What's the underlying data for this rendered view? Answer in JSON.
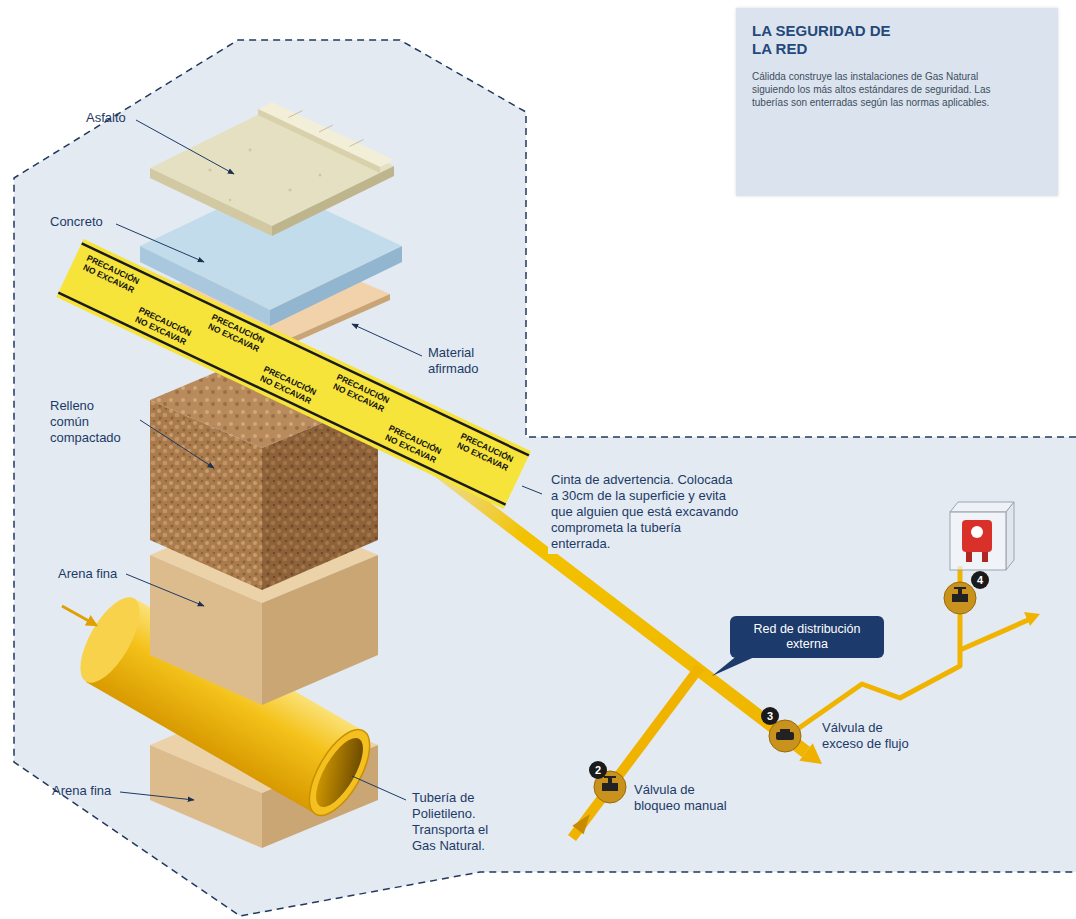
{
  "diagram": {
    "nodes": [
      {
        "text": [
          "LA SEGURIDAD DE LA RED",
          "Cálidda construye las instalaciones de Gas Natural siguiendo los más altos estándares de seguridad. Las tuberías son enterradas según las normas aplicables."
        ]
      },
      {
        "text": [
          "Red de distribución externa"
        ]
      }
    ],
    "labels": [
      "Asfalto",
      "Concreto",
      "Material afirmado",
      "Relleno común compactado",
      "Arena fina",
      "Arena fina",
      "Cinta de advertencia. Colocada a 30cm de la superficie y evita que alguien que está excavando comprometa la tubería enterrada.",
      "Tubería de Polietileno. Transporta el Gas Natural.",
      "2",
      "Válvula de bloqueo manual",
      "3",
      "Válvula de exceso de flujo",
      "4",
      "PRECAUCIÓN NO EXCAVAR",
      "PRECAUCIÓN NO EXCAVAR",
      "PRECAUCIÓN NO EXCAVAR",
      "PRECAUCIÓN NO EXCAVAR",
      "PRECAUCIÓN NO EXCAVAR",
      "PRECAUCIÓN NO EXCAVAR",
      "PRECAUCIÓN NO EXCAVAR"
    ]
  }
}
